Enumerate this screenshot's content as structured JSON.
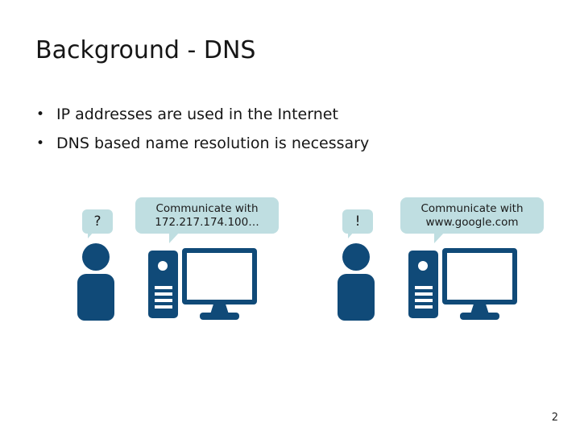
{
  "slide": {
    "title": "Background - DNS",
    "page_number": "2",
    "bullet_marker": "•",
    "bullets": [
      "IP addresses are used in the Internet",
      "DNS based name resolution is necessary"
    ]
  },
  "colors": {
    "accent_blue": "#104a78",
    "bubble_fill": "#bfdee1",
    "text": "#161616",
    "background": "#ffffff"
  },
  "diagram": {
    "scenes": [
      {
        "id": "left",
        "person_bubble": "?",
        "speech_line1": "Communicate with",
        "speech_line2": "172.217.174.100…"
      },
      {
        "id": "right",
        "person_bubble": "!",
        "speech_line1": "Communicate with",
        "speech_line2": "www.google.com"
      }
    ]
  }
}
